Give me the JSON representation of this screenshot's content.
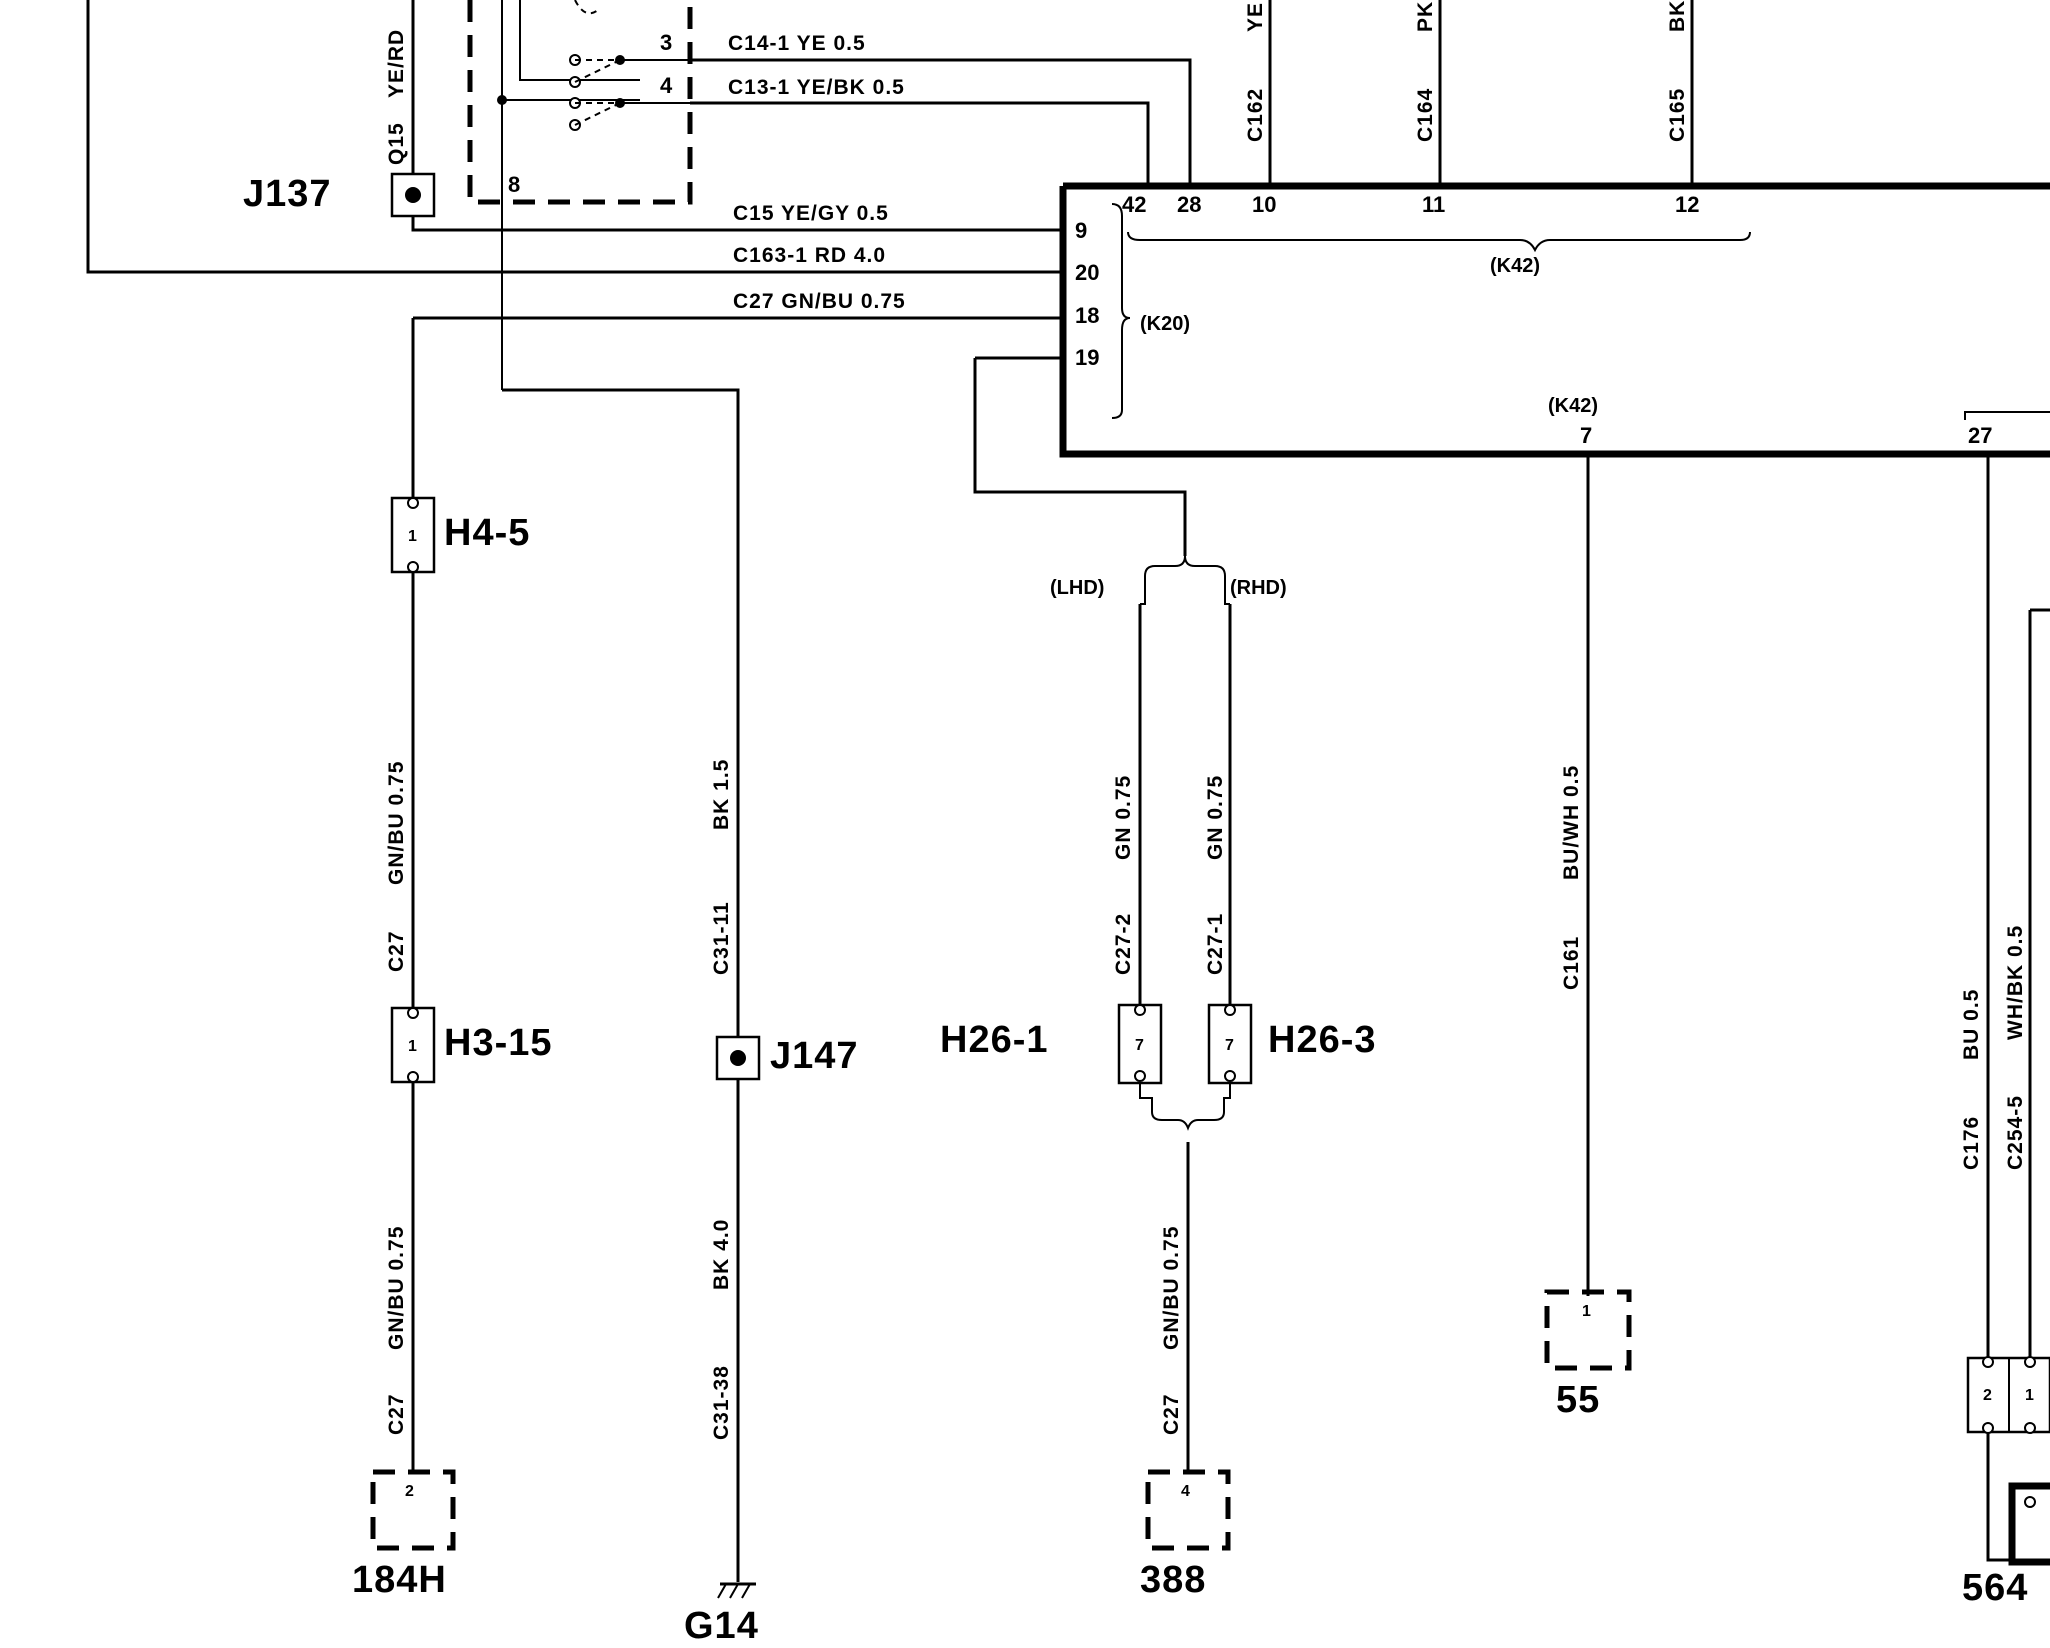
{
  "top_wires": {
    "q15": "Q15",
    "q15_color": "YE/RD",
    "c14_1": "C14-1   YE  0.5",
    "c13_1": "C13-1   YE/BK   0.5",
    "c162": "C162",
    "c162_color": "YE",
    "c164": "C164",
    "c164_color": "PK",
    "c165": "C165",
    "c165_color": "BK"
  },
  "switch_pins": {
    "p3": "3",
    "p4": "4",
    "p8": "8"
  },
  "main_wires": {
    "c15": "C15   YE/GY   0.5",
    "c163_1": "C163-1     RD  4.0",
    "c27": "C27   GN/BU   0.75"
  },
  "module": {
    "pins_top": [
      "42",
      "28",
      "10",
      "11",
      "12"
    ],
    "pins_left": [
      "9",
      "20",
      "18",
      "19"
    ],
    "k20": "(K20)",
    "k42_top": "(K42)",
    "k42_bottom": "(K42)",
    "pin_7": "7",
    "pin_27": "27"
  },
  "splices": {
    "j137": "J137",
    "j147": "J147"
  },
  "connectors": {
    "h4_5": "H4-5",
    "h4_5_pin": "1",
    "h3_15": "H3-15",
    "h3_15_pin": "1",
    "h26_1": "H26-1",
    "h26_1_pin": "7",
    "h26_3": "H26-3",
    "h26_3_pin": "7"
  },
  "drive": {
    "lhd": "(LHD)",
    "rhd": "(RHD)"
  },
  "vertical_labels": {
    "c27_a_id": "C27",
    "c27_a_color": "GN/BU  0.75",
    "c27_b_id": "C27",
    "c27_b_color": "GN/BU  0.75",
    "c31_11_id": "C31-11",
    "c31_11_color": "BK  1.5",
    "c31_38_id": "C31-38",
    "c31_38_color": "BK  4.0",
    "c27_2_id": "C27-2",
    "c27_2_color": "GN  0.75",
    "c27_1_id": "C27-1",
    "c27_1_color": "GN  0.75",
    "c27_c_id": "C27",
    "c27_c_color": "GN/BU  0.75",
    "c161_id": "C161",
    "c161_color": "BU/WH  0.5",
    "c176_id": "C176",
    "c176_color": "BU  0.5",
    "c254_5_id": "C254-5",
    "c254_5_color": "WH/BK 0.5"
  },
  "components": {
    "c184h": "184H",
    "c184h_pin": "2",
    "g14": "G14",
    "c388": "388",
    "c388_pin": "4",
    "c55": "55",
    "c55_pin": "1",
    "c564": "564",
    "c564_pin_a": "2",
    "c564_pin_b": "1"
  }
}
